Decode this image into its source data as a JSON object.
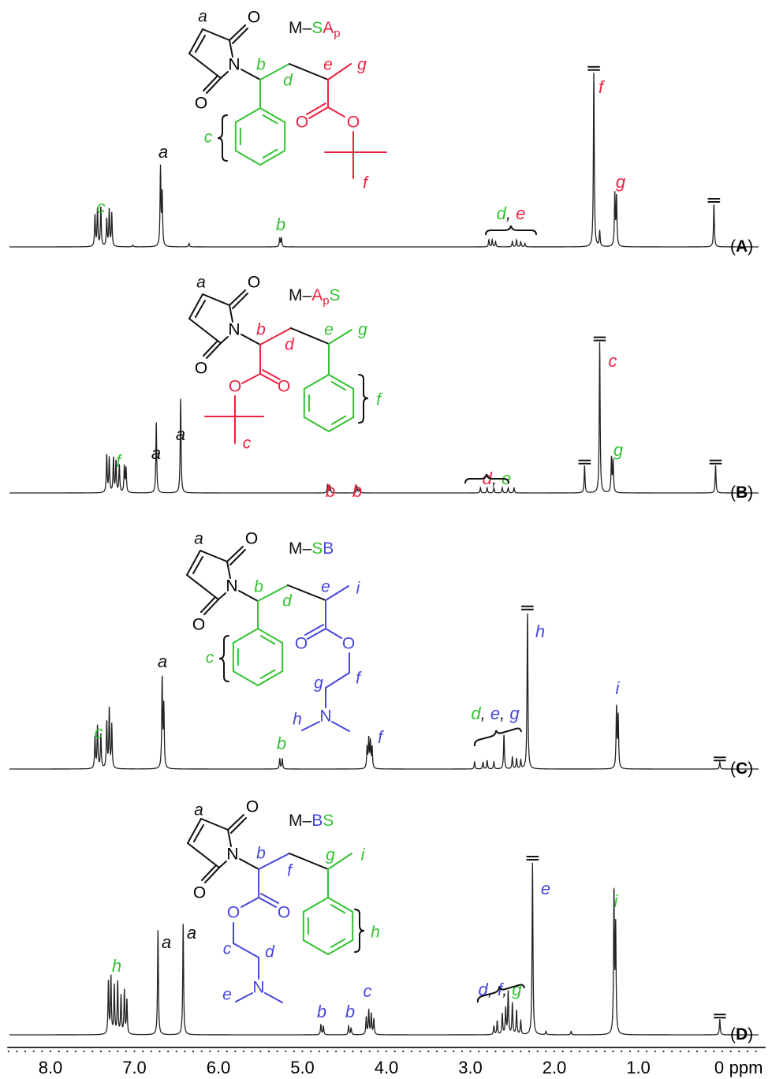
{
  "colors": {
    "black": "#111111",
    "green": "#33c233",
    "red": "#ec2140",
    "blue": "#4646dc"
  },
  "atoms": {
    "O": "O",
    "N": "N"
  },
  "structures": [
    {
      "title_prefix": "M–",
      "title_part1": "S",
      "title_part2": "A",
      "title_part2_sub": "p",
      "title_part3": "",
      "labels": {
        "a": "a",
        "b": "b",
        "c": "c",
        "d": "d",
        "e": "e",
        "f": "f",
        "g": "g"
      }
    },
    {
      "title_prefix": "M–",
      "title_part1": "A",
      "title_part1_sub": "p",
      "title_part2": "S",
      "labels": {
        "a": "a",
        "b": "b",
        "c": "c",
        "d": "d",
        "e": "e",
        "f": "f",
        "g": "g"
      }
    },
    {
      "title_prefix": "M–",
      "title_part1": "S",
      "title_part2": "B",
      "labels": {
        "a": "a",
        "b": "b",
        "c": "c",
        "d": "d",
        "e": "e",
        "f": "f",
        "g": "g",
        "h": "h",
        "i": "i"
      }
    },
    {
      "title_prefix": "M–",
      "title_part1": "B",
      "title_part2": "S",
      "labels": {
        "a": "a",
        "b": "b",
        "c": "c",
        "d": "d",
        "e": "e",
        "f": "f",
        "g": "g",
        "h": "h",
        "i": "i"
      }
    }
  ],
  "chart_data": {
    "type": "line",
    "description_type": "stacked 1H NMR spectra",
    "xlabel": "ppm",
    "x_ticks": [
      "8.0",
      "7.0",
      "6.0",
      "5.0",
      "4.0",
      "3.0",
      "2.0",
      "1.0",
      "0"
    ],
    "x_tick_values": [
      8,
      7,
      6,
      5,
      4,
      3,
      2,
      1,
      0
    ],
    "xlim": [
      8.5,
      -0.4
    ],
    "x_reversed": true,
    "grid": false,
    "intensity_units": "relative",
    "panels": [
      {
        "id": "A",
        "peaks": [
          [
            7.47,
            18
          ],
          [
            7.44,
            22
          ],
          [
            7.4,
            23
          ],
          [
            7.33,
            16
          ],
          [
            7.3,
            21
          ],
          [
            7.27,
            19
          ],
          [
            7.02,
            1
          ],
          [
            6.69,
            45
          ],
          [
            6.67,
            30
          ],
          [
            6.35,
            2
          ],
          [
            5.27,
            5
          ],
          [
            5.25,
            5
          ],
          [
            2.78,
            4
          ],
          [
            2.74,
            4
          ],
          [
            2.7,
            3
          ],
          [
            2.5,
            3
          ],
          [
            2.45,
            4
          ],
          [
            2.4,
            3
          ],
          [
            2.35,
            2
          ],
          [
            1.53,
            101,
            "truncated"
          ],
          [
            1.46,
            9
          ],
          [
            1.28,
            30
          ],
          [
            1.26,
            28
          ],
          [
            0.1,
            25,
            "truncated"
          ]
        ],
        "peak_labels": [
          [
            {
              "t": "c",
              "c": "green"
            }
          ],
          [
            {
              "t": "a",
              "c": "black"
            }
          ],
          [
            {
              "t": "b",
              "c": "green"
            }
          ],
          [
            {
              "t": "d",
              "c": "green"
            },
            {
              "t": ", ",
              "c": "black"
            },
            {
              "t": "e",
              "c": "red"
            }
          ],
          [
            {
              "t": "f",
              "c": "red"
            }
          ],
          [
            {
              "t": "g",
              "c": "red"
            }
          ]
        ]
      },
      {
        "id": "B",
        "peaks": [
          [
            7.33,
            22
          ],
          [
            7.3,
            20
          ],
          [
            7.25,
            20
          ],
          [
            7.22,
            18
          ],
          [
            7.18,
            16
          ],
          [
            7.12,
            15
          ],
          [
            7.1,
            14
          ],
          [
            6.74,
            41
          ],
          [
            6.45,
            55
          ],
          [
            4.7,
            5
          ],
          [
            4.67,
            4
          ],
          [
            4.35,
            4
          ],
          [
            4.32,
            3
          ],
          [
            2.88,
            3
          ],
          [
            2.8,
            3
          ],
          [
            2.72,
            3
          ],
          [
            2.62,
            3
          ],
          [
            2.55,
            3
          ],
          [
            2.48,
            3
          ],
          [
            1.64,
            16,
            "truncated"
          ],
          [
            1.46,
            87,
            "truncated"
          ],
          [
            1.32,
            20
          ],
          [
            1.3,
            18
          ],
          [
            0.08,
            16,
            "truncated"
          ]
        ],
        "peak_labels": [
          [
            {
              "t": "f",
              "c": "green"
            }
          ],
          [
            {
              "t": "a",
              "c": "black"
            }
          ],
          [
            {
              "t": "a",
              "c": "black"
            }
          ],
          [
            {
              "t": "b",
              "c": "red"
            }
          ],
          [
            {
              "t": "b",
              "c": "red"
            }
          ],
          [
            {
              "t": "d",
              "c": "red"
            },
            {
              "t": ", ",
              "c": "black"
            },
            {
              "t": "e",
              "c": "green"
            }
          ],
          [
            {
              "t": "c",
              "c": "red"
            }
          ],
          [
            {
              "t": "g",
              "c": "green"
            }
          ]
        ]
      },
      {
        "id": "C",
        "peaks": [
          [
            7.47,
            18
          ],
          [
            7.44,
            25
          ],
          [
            7.4,
            20
          ],
          [
            7.33,
            27
          ],
          [
            7.3,
            34
          ],
          [
            7.27,
            25
          ],
          [
            6.67,
            52
          ],
          [
            6.65,
            35
          ],
          [
            5.27,
            6
          ],
          [
            5.24,
            6
          ],
          [
            4.23,
            12
          ],
          [
            4.21,
            17
          ],
          [
            4.19,
            15
          ],
          [
            4.17,
            12
          ],
          [
            2.95,
            4
          ],
          [
            2.85,
            4
          ],
          [
            2.8,
            5
          ],
          [
            2.72,
            4
          ],
          [
            2.6,
            20
          ],
          [
            2.5,
            7
          ],
          [
            2.45,
            6
          ],
          [
            2.4,
            5
          ],
          [
            2.32,
            91,
            "truncated"
          ],
          [
            1.26,
            35
          ],
          [
            1.24,
            30
          ],
          [
            0.03,
            4,
            "truncated"
          ]
        ],
        "peak_labels": [
          [
            {
              "t": "c",
              "c": "green"
            }
          ],
          [
            {
              "t": "a",
              "c": "black"
            }
          ],
          [
            {
              "t": "b",
              "c": "green"
            }
          ],
          [
            {
              "t": "f",
              "c": "blue"
            }
          ],
          [
            {
              "t": "d",
              "c": "green"
            },
            {
              "t": ", ",
              "c": "black"
            },
            {
              "t": "e",
              "c": "blue"
            },
            {
              "t": ", ",
              "c": "black"
            },
            {
              "t": "g",
              "c": "blue"
            }
          ],
          [
            {
              "t": "h",
              "c": "blue"
            }
          ],
          [
            {
              "t": "i",
              "c": "blue"
            }
          ]
        ]
      },
      {
        "id": "D",
        "peaks": [
          [
            7.31,
            30
          ],
          [
            7.28,
            33
          ],
          [
            7.24,
            28
          ],
          [
            7.2,
            30
          ],
          [
            7.16,
            22
          ],
          [
            7.12,
            25
          ],
          [
            7.09,
            20
          ],
          [
            6.72,
            61
          ],
          [
            6.42,
            64
          ],
          [
            4.78,
            6
          ],
          [
            4.75,
            5
          ],
          [
            4.45,
            5
          ],
          [
            4.42,
            4
          ],
          [
            4.24,
            10
          ],
          [
            4.21,
            14
          ],
          [
            4.18,
            12
          ],
          [
            4.15,
            9
          ],
          [
            2.72,
            5
          ],
          [
            2.68,
            8
          ],
          [
            2.62,
            12
          ],
          [
            2.58,
            15
          ],
          [
            2.55,
            25
          ],
          [
            2.5,
            18
          ],
          [
            2.45,
            14
          ],
          [
            2.4,
            8
          ],
          [
            2.26,
            100,
            "truncated"
          ],
          [
            2.1,
            2
          ],
          [
            1.8,
            2
          ],
          [
            1.29,
            82
          ],
          [
            1.27,
            60
          ],
          [
            0.03,
            9,
            "truncated"
          ]
        ],
        "peak_labels": [
          [
            {
              "t": "h",
              "c": "green"
            }
          ],
          [
            {
              "t": "a",
              "c": "black"
            }
          ],
          [
            {
              "t": "a",
              "c": "black"
            }
          ],
          [
            {
              "t": "b",
              "c": "blue"
            }
          ],
          [
            {
              "t": "b",
              "c": "blue"
            }
          ],
          [
            {
              "t": "c",
              "c": "blue"
            }
          ],
          [
            {
              "t": "d",
              "c": "blue"
            },
            {
              "t": ", ",
              "c": "black"
            },
            {
              "t": "f",
              "c": "blue"
            },
            {
              "t": ", ",
              "c": "black"
            },
            {
              "t": "g",
              "c": "green"
            }
          ],
          [
            {
              "t": "e",
              "c": "blue"
            }
          ],
          [
            {
              "t": "i",
              "c": "green"
            }
          ]
        ]
      }
    ]
  }
}
